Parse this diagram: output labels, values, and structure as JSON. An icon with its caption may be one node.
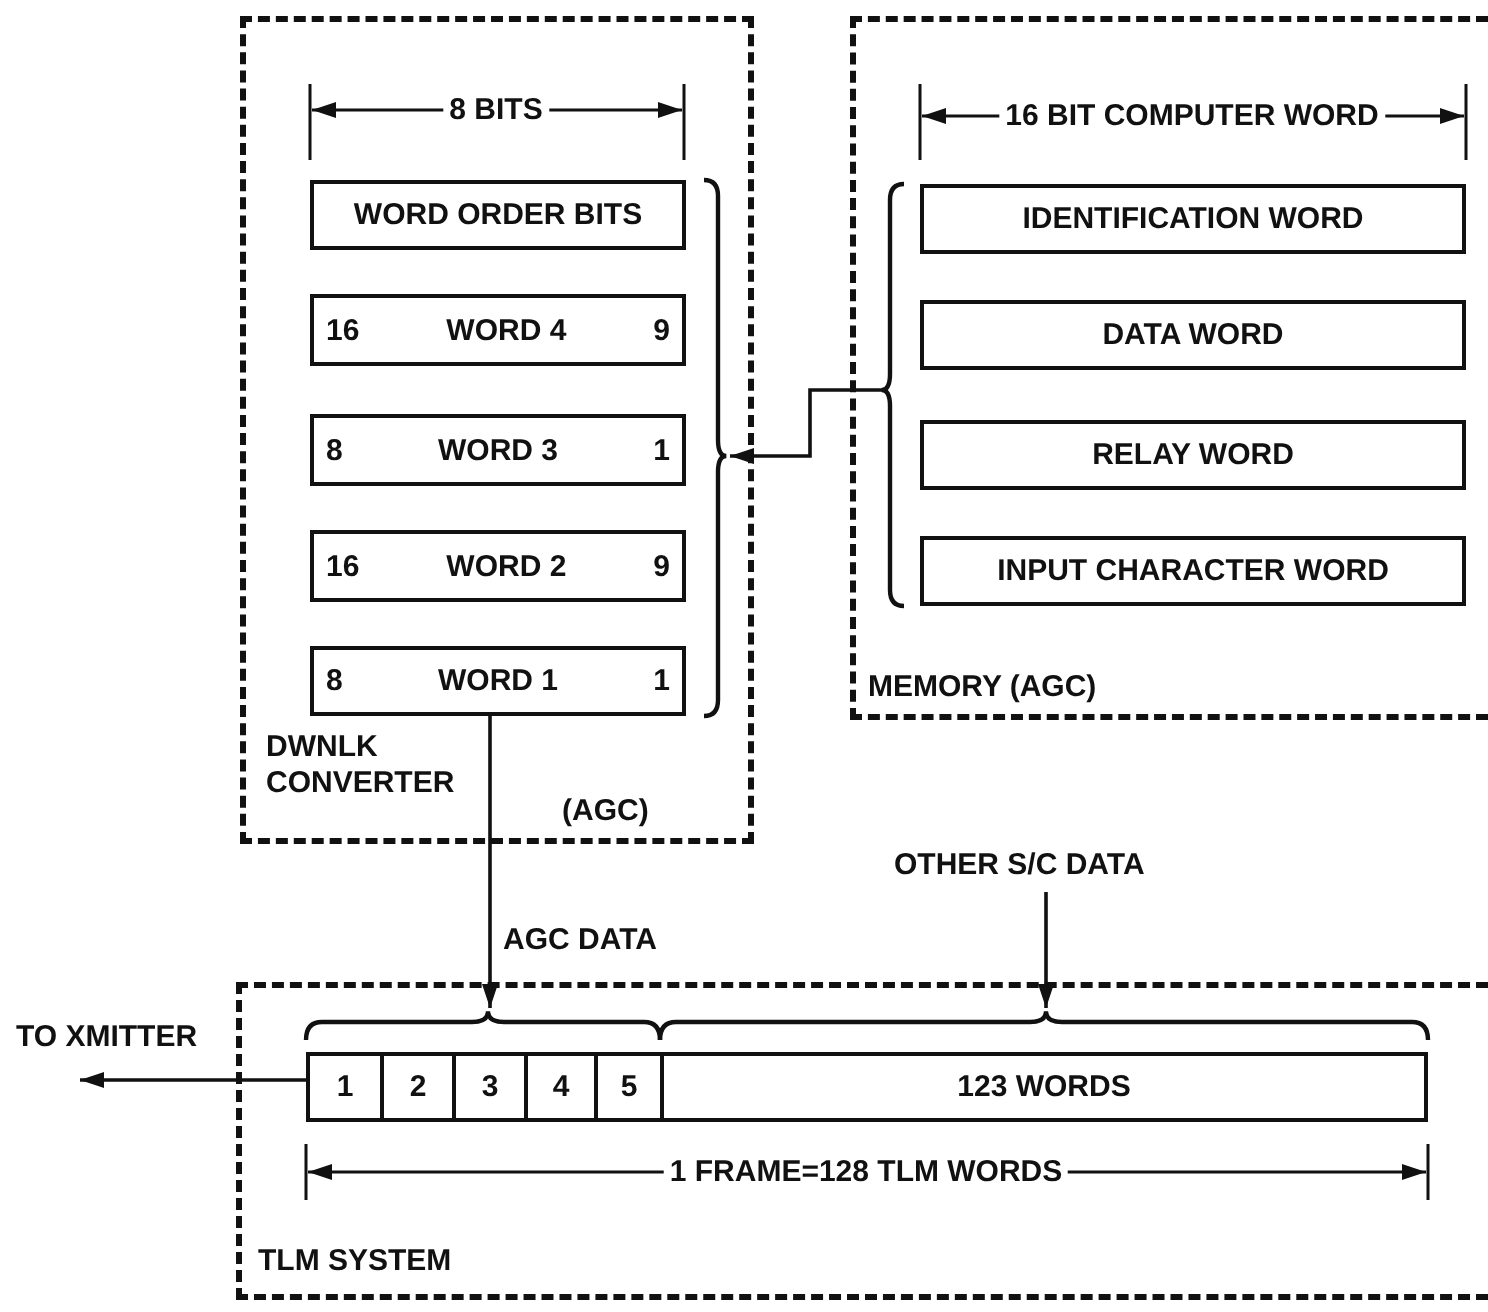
{
  "diagram": {
    "nodes": [
      {
        "text": [
          "DWNLK CONVERTER",
          "(AGC)"
        ]
      },
      {
        "text": [
          "WORD ORDER BITS"
        ],
        "in": 0
      },
      {
        "text": [
          "16",
          "WORD 4",
          "9"
        ],
        "in": 0
      },
      {
        "text": [
          "8",
          "WORD 3",
          "1"
        ],
        "in": 0
      },
      {
        "text": [
          "16",
          "WORD 2",
          "9"
        ],
        "in": 0
      },
      {
        "text": [
          "8",
          "WORD 1",
          "1"
        ],
        "in": 0
      },
      {
        "text": [
          "MEMORY (AGC)"
        ]
      },
      {
        "text": [
          "IDENTIFICATION WORD"
        ],
        "in": 6
      },
      {
        "text": [
          "DATA WORD"
        ],
        "in": 6
      },
      {
        "text": [
          "RELAY WORD"
        ],
        "in": 6
      },
      {
        "text": [
          "INPUT CHARACTER WORD"
        ],
        "in": 6
      },
      {
        "text": [
          "TLM SYSTEM"
        ]
      },
      {
        "text": [
          "1"
        ],
        "in": 11
      },
      {
        "text": [
          "2"
        ],
        "in": 11
      },
      {
        "text": [
          "3"
        ],
        "in": 11
      },
      {
        "text": [
          "4"
        ],
        "in": 11
      },
      {
        "text": [
          "5"
        ],
        "in": 11
      },
      {
        "text": [
          "123 WORDS"
        ],
        "in": 11
      },
      {
        "text": [
          "TO XMITTER"
        ]
      },
      {
        "text": [
          "OTHER S/C DATA"
        ]
      }
    ],
    "edges": [
      {
        "from": 6,
        "to": 0,
        "arrow": "to"
      },
      {
        "from": 5,
        "to": 14,
        "arrow": "to",
        "label": "AGC DATA"
      },
      {
        "from": 19,
        "to": 17,
        "arrow": "to"
      },
      {
        "from": 12,
        "to": 18,
        "arrow": "to"
      }
    ],
    "labels": [
      "8 BITS",
      "16 BIT COMPUTER WORD",
      "1 FRAME=128 TLM WORDS"
    ]
  }
}
